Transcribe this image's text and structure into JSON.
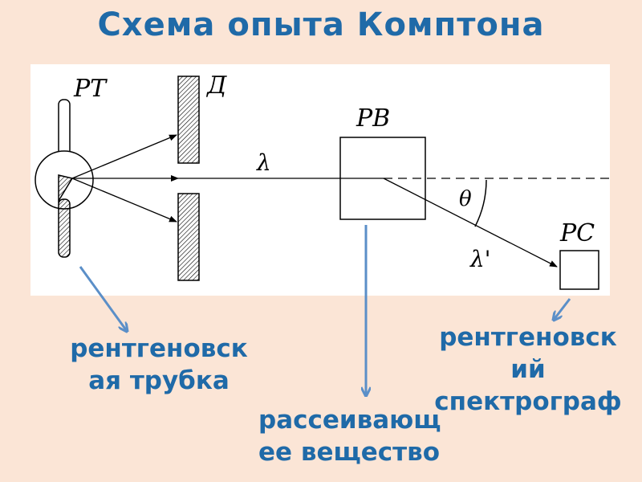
{
  "title": "Схема опыта Комптона",
  "diagram": {
    "labels": {
      "tube": "PT",
      "diaphragm": "Д",
      "scatterer": "PB",
      "spectrograph": "PC",
      "lambda": "λ",
      "lambda_prime": "λ'",
      "theta": "θ"
    }
  },
  "annotations": {
    "tube": [
      "рентгеновск",
      "ая трубка"
    ],
    "spectrograph": [
      "рентгеновск",
      "ий",
      "спектрограф"
    ],
    "scatterer": [
      "рассеивающ",
      "ее вещество"
    ]
  },
  "colors": {
    "background": "#fbe5d6",
    "text": "#1f6aa8",
    "arrow": "#5b8fc8"
  }
}
